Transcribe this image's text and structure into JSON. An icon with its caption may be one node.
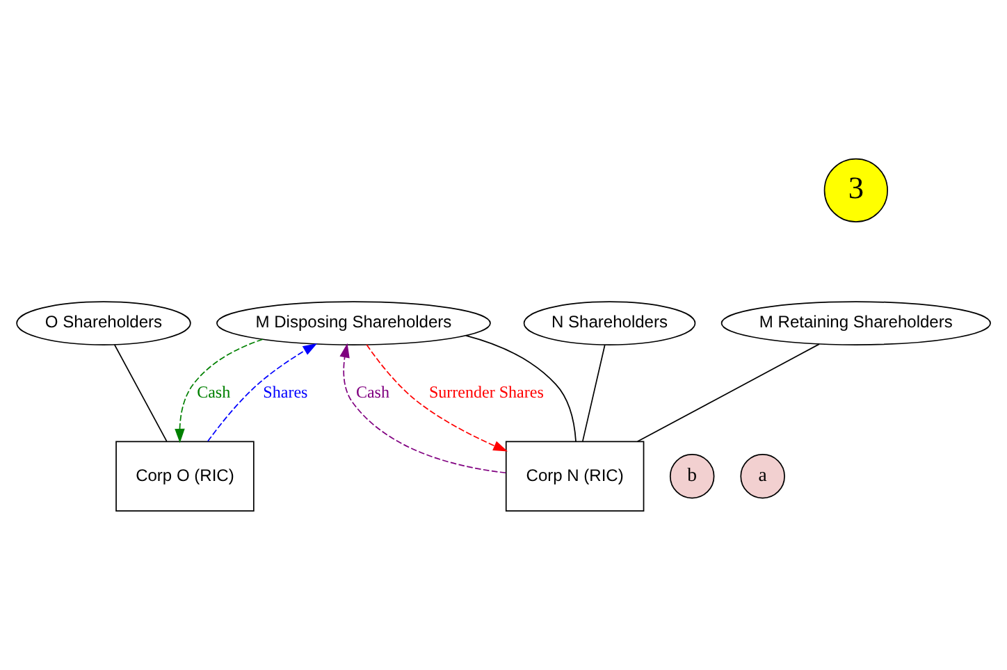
{
  "diagram": {
    "nodes": [
      {
        "text": [
          "3"
        ]
      },
      {
        "text": [
          "O Shareholders"
        ]
      },
      {
        "text": [
          "M Disposing Shareholders"
        ]
      },
      {
        "text": [
          "M Retaining Shareholders"
        ]
      },
      {
        "text": [
          "N Shareholders"
        ]
      },
      {
        "text": [
          "Corp O (RIC)"
        ]
      },
      {
        "text": [
          "Corp N (RIC)"
        ]
      },
      {
        "text": [
          "b"
        ]
      },
      {
        "text": [
          "a"
        ]
      }
    ],
    "edges": [
      {
        "from": 1,
        "to": 5,
        "arrow": "none"
      },
      {
        "from": 5,
        "to": 2,
        "arrow": "to",
        "label": "Shares",
        "style": "dashed",
        "color": "#0000ff"
      },
      {
        "from": 2,
        "to": 5,
        "arrow": "to",
        "label": "Cash",
        "style": "dashed",
        "color": "#008000"
      },
      {
        "from": 2,
        "to": 6,
        "arrow": "to",
        "label": "Surrender Shares",
        "style": "dashed",
        "color": "#ff0000"
      },
      {
        "from": 6,
        "to": 2,
        "arrow": "to",
        "label": "Cash",
        "style": "dashed",
        "color": "#800080"
      },
      {
        "from": 2,
        "to": 6,
        "arrow": "none"
      },
      {
        "from": 3,
        "to": 6,
        "arrow": "none"
      },
      {
        "from": 4,
        "to": 6,
        "arrow": "none"
      }
    ]
  }
}
